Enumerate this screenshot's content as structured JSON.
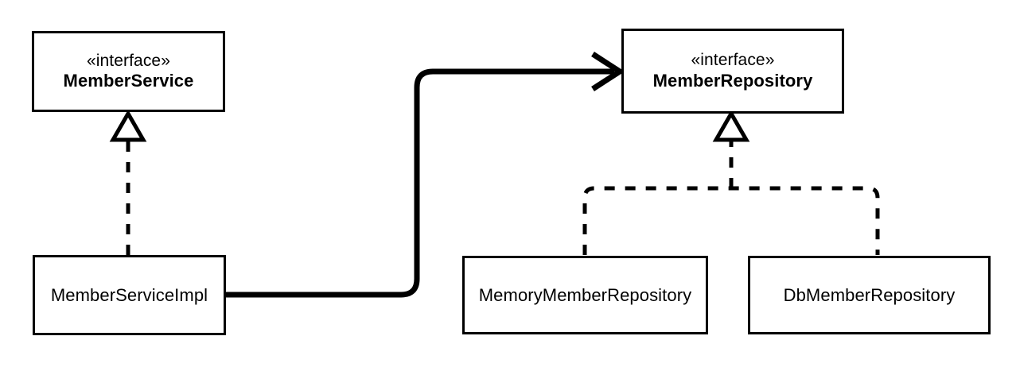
{
  "diagram": {
    "title": "MemberService / MemberRepository UML class diagram",
    "type": "uml-class-diagram",
    "background_color": "#ffffff",
    "stroke_color": "#000000",
    "nodes": [
      {
        "id": "member-service",
        "stereotype": "«interface»",
        "name": "MemberService",
        "kind": "interface"
      },
      {
        "id": "member-repository",
        "stereotype": "«interface»",
        "name": "MemberRepository",
        "kind": "interface"
      },
      {
        "id": "member-service-impl",
        "stereotype": "",
        "name": "MemberServiceImpl",
        "kind": "class"
      },
      {
        "id": "memory-member-repository",
        "stereotype": "",
        "name": "MemoryMemberRepository",
        "kind": "class"
      },
      {
        "id": "db-member-repository",
        "stereotype": "",
        "name": "DbMemberRepository",
        "kind": "class"
      }
    ],
    "edges": [
      {
        "id": "realization-service",
        "from": "member-service-impl",
        "to": "member-service",
        "relationship": "realization",
        "line_style": "dashed",
        "arrowhead": "hollow-triangle"
      },
      {
        "id": "realization-memory-repository",
        "from": "memory-member-repository",
        "to": "member-repository",
        "relationship": "realization",
        "line_style": "dashed",
        "arrowhead": "hollow-triangle"
      },
      {
        "id": "realization-db-repository",
        "from": "db-member-repository",
        "to": "member-repository",
        "relationship": "realization",
        "line_style": "dashed",
        "arrowhead": "hollow-triangle"
      },
      {
        "id": "association-impl-to-repository",
        "from": "member-service-impl",
        "to": "member-repository",
        "relationship": "association",
        "line_style": "solid",
        "arrowhead": "open-arrow"
      }
    ]
  }
}
